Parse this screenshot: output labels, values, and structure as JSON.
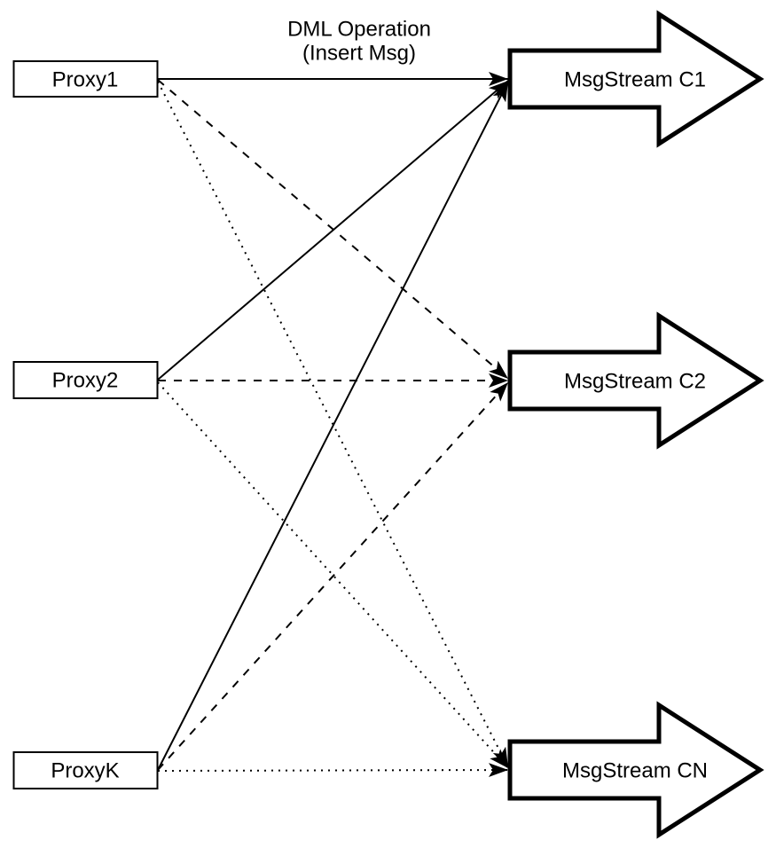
{
  "diagram": {
    "annotation": {
      "line1": "DML Operation",
      "line2": "(Insert Msg)"
    },
    "proxies": [
      {
        "label": "Proxy1"
      },
      {
        "label": "Proxy2"
      },
      {
        "label": "ProxyK"
      }
    ],
    "streams": [
      {
        "label": "MsgStream C1"
      },
      {
        "label": "MsgStream C2"
      },
      {
        "label": "MsgStream CN"
      }
    ],
    "edges": [
      {
        "from": "Proxy1",
        "to": "MsgStream C1",
        "style": "solid",
        "arrowhead": "filled"
      },
      {
        "from": "Proxy2",
        "to": "MsgStream C1",
        "style": "solid",
        "arrowhead": "filled"
      },
      {
        "from": "ProxyK",
        "to": "MsgStream C1",
        "style": "solid",
        "arrowhead": "filled"
      },
      {
        "from": "Proxy1",
        "to": "MsgStream C2",
        "style": "dashed",
        "arrowhead": "filled"
      },
      {
        "from": "Proxy2",
        "to": "MsgStream C2",
        "style": "dashed",
        "arrowhead": "filled"
      },
      {
        "from": "ProxyK",
        "to": "MsgStream C2",
        "style": "dashed",
        "arrowhead": "filled"
      },
      {
        "from": "Proxy1",
        "to": "MsgStream CN",
        "style": "dotted",
        "arrowhead": "filled"
      },
      {
        "from": "Proxy2",
        "to": "MsgStream CN",
        "style": "dotted",
        "arrowhead": "filled"
      },
      {
        "from": "ProxyK",
        "to": "MsgStream CN",
        "style": "dotted",
        "arrowhead": "filled"
      }
    ],
    "colors": {
      "line": "#000000",
      "shape_fill": "#ffffff",
      "background": "#ffffff"
    }
  }
}
